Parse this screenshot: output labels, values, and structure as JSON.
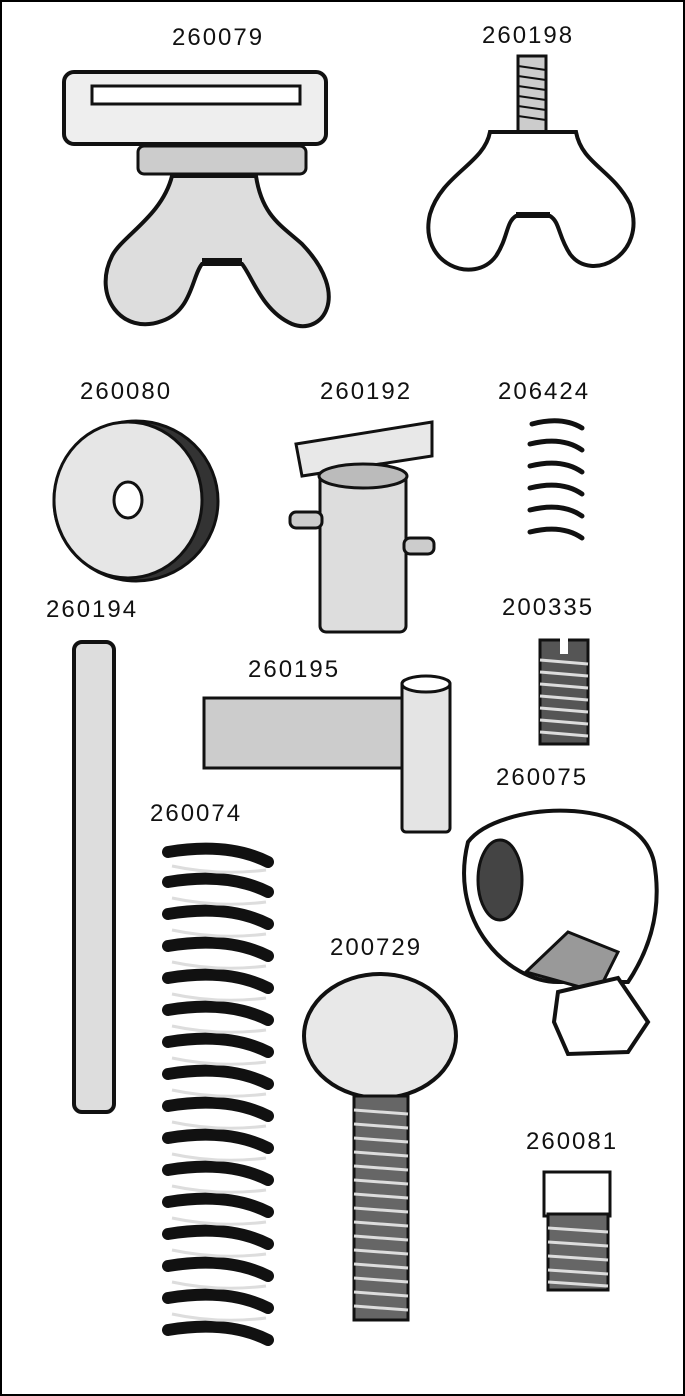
{
  "parts": [
    {
      "id": "p1",
      "number": "260079",
      "icon": "wing-clamp-icon"
    },
    {
      "id": "p2",
      "number": "260198",
      "icon": "wing-nut-icon"
    },
    {
      "id": "p3",
      "number": "260080",
      "icon": "washer-icon"
    },
    {
      "id": "p4",
      "number": "260192",
      "icon": "t-latch-icon"
    },
    {
      "id": "p5",
      "number": "206424",
      "icon": "small-spring-icon"
    },
    {
      "id": "p6",
      "number": "260194",
      "icon": "rod-icon"
    },
    {
      "id": "p7",
      "number": "200335",
      "icon": "set-screw-icon"
    },
    {
      "id": "p8",
      "number": "260195",
      "icon": "l-pin-icon"
    },
    {
      "id": "p9",
      "number": "260075",
      "icon": "cam-block-icon"
    },
    {
      "id": "p10",
      "number": "260074",
      "icon": "coil-spring-icon"
    },
    {
      "id": "p11",
      "number": "200729",
      "icon": "thumb-screw-icon"
    },
    {
      "id": "p12",
      "number": "260081",
      "icon": "shoulder-screw-icon"
    }
  ]
}
